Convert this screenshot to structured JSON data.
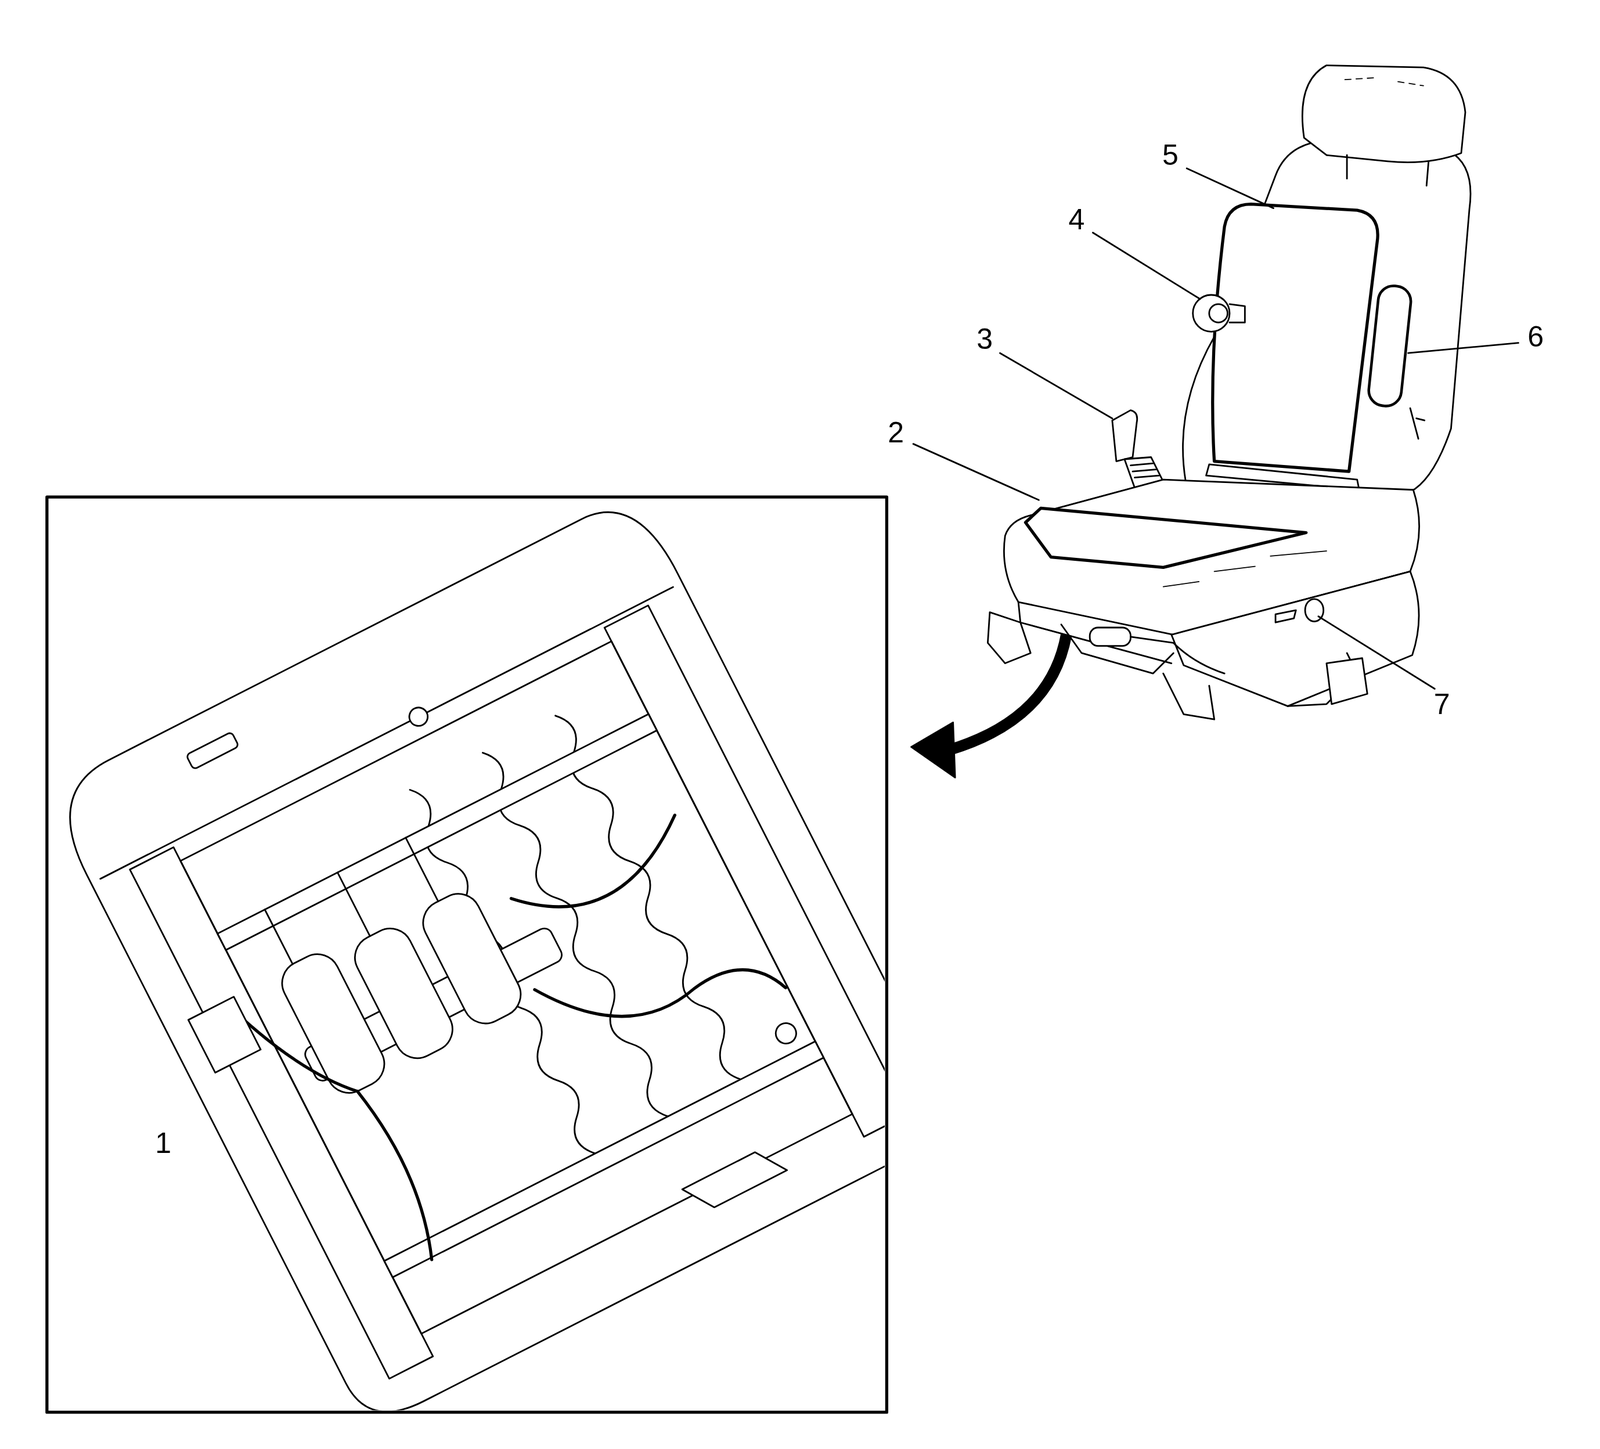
{
  "diagram": {
    "labels": [
      "5",
      "4",
      "3",
      "6",
      "2",
      "7",
      "1"
    ]
  }
}
